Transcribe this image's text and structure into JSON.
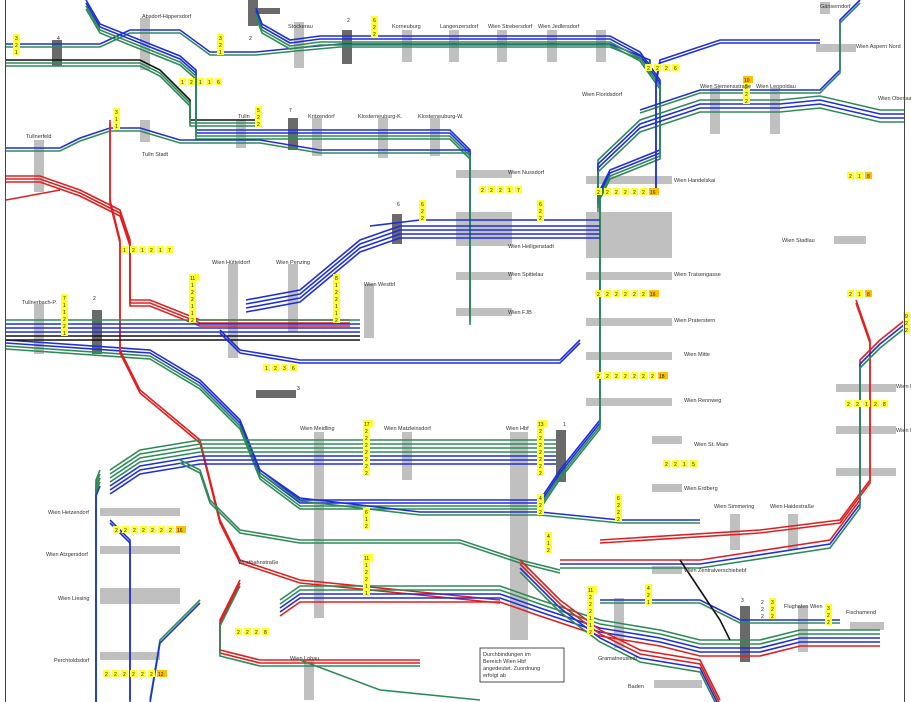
{
  "diagram": {
    "colors": {
      "green": "#2e8b57",
      "blue": "#1f2fd8",
      "red": "#e02020",
      "black": "#111111",
      "platform_gray": "#c0c0c0",
      "platform_dark": "#6a6a6a",
      "badge_yellow": "#ffff33",
      "badge_orange": "#ffc000"
    },
    "stations": [
      {
        "id": "s_tullnerfeld",
        "text": "Tullnerfeld"
      },
      {
        "id": "s_tulln_stadt",
        "text": "Tulln Stadt"
      },
      {
        "id": "s_absdorf",
        "text": "Absdorf-Hippersdorf"
      },
      {
        "id": "s_stockerau",
        "text": "Stockerau"
      },
      {
        "id": "s_korneuburg",
        "text": "Korneuburg"
      },
      {
        "id": "s_langenzersdorf",
        "text": "Langenzersdorf"
      },
      {
        "id": "s_wien_strebersdorf",
        "text": "Wien Strebersdorf"
      },
      {
        "id": "s_wien_jedlersdorf",
        "text": "Wien Jedlersdorf"
      },
      {
        "id": "s_wien_floridsdorf",
        "text": "Wien Floridsdorf"
      },
      {
        "id": "s_tulln",
        "text": "Tulln"
      },
      {
        "id": "s_kritzendorf",
        "text": "Kritzendorf"
      },
      {
        "id": "s_klosterneuburg_k",
        "text": "Klosterneuburg-K."
      },
      {
        "id": "s_klosterneuburg_w",
        "text": "Klosterneuburg-W."
      },
      {
        "id": "s_wien_nussdorf",
        "text": "Wien Nussdorf"
      },
      {
        "id": "s_wien_heiligenstadt",
        "text": "Wien Heiligenstadt"
      },
      {
        "id": "s_wien_spittelau",
        "text": "Wien Spittelau"
      },
      {
        "id": "s_wien_fjb",
        "text": "Wien FJB"
      },
      {
        "id": "s_wien_huetteldorf",
        "text": "Wien Hütteldorf"
      },
      {
        "id": "s_wien_penzing",
        "text": "Wien Penzing"
      },
      {
        "id": "s_tullnerbach",
        "text": "Tullnerbach-P."
      },
      {
        "id": "s_westbahnhof",
        "text": "Wien Westbf"
      },
      {
        "id": "s_wien_leopoldau",
        "text": "Wien Leopoldau"
      },
      {
        "id": "s_wien_siemensstrasse",
        "text": "Wien Siemensstraße"
      },
      {
        "id": "s_wien_handelskai",
        "text": "Wien Handelskai"
      },
      {
        "id": "s_wien_traisengasse",
        "text": "Wien Traisengasse"
      },
      {
        "id": "s_wien_praterstern",
        "text": "Wien Praterstern"
      },
      {
        "id": "s_wien_mitte",
        "text": "Wien Mitte"
      },
      {
        "id": "s_wien_rennweg",
        "text": "Wien Rennweg"
      },
      {
        "id": "s_wien_stadlau",
        "text": "Wien Stadlau"
      },
      {
        "id": "s_wien_meidling",
        "text": "Wien Meidling"
      },
      {
        "id": "s_wien_matzleinsdorf",
        "text": "Wien Matzleinsdorf"
      },
      {
        "id": "s_wien_hbf",
        "text": "Wien Hbf"
      },
      {
        "id": "s_wien_st_marx",
        "text": "Wien St. Marx"
      },
      {
        "id": "s_wien_liesing",
        "text": "Wien Liesing"
      },
      {
        "id": "s_wien_atzgersdorf",
        "text": "Wien Atzgersdorf"
      },
      {
        "id": "s_wien_hetzendorf",
        "text": "Wien Hetzendorf"
      },
      {
        "id": "s_perchtoldsdorf",
        "text": "Perchtoldsdorf"
      },
      {
        "id": "s_wien_simmering",
        "text": "Wien Simmering"
      },
      {
        "id": "s_wien_haidestrasse",
        "text": "Wien Haidestraße"
      },
      {
        "id": "s_wien_zentralverschiebe",
        "text": "Wien Zentralverschiebebf"
      },
      {
        "id": "s_wien_erdberg",
        "text": "Wien Erdberg"
      },
      {
        "id": "s_flughafen",
        "text": "Flughafen Wien"
      },
      {
        "id": "s_fischamend",
        "text": "Fischamend"
      },
      {
        "id": "s_gramatneusiedl",
        "text": "Gramatneusiedl"
      },
      {
        "id": "s_baden",
        "text": "Baden"
      },
      {
        "id": "s_wien_lobau",
        "text": "Wien Lobau"
      },
      {
        "id": "s_wien_oberlaa",
        "text": "Wien Oberlaa"
      },
      {
        "id": "s_wien_aspern",
        "text": "Wien Aspern Nord"
      },
      {
        "id": "s_gaenserndorf",
        "text": "Gänserndorf"
      },
      {
        "id": "s_wien_kaiserebersdorf",
        "text": "Wien Kaiserebersdorf"
      },
      {
        "id": "s_wien_blumental",
        "text": "Wien Blumental"
      },
      {
        "id": "s_westbahnstrasse",
        "text": "Westbahnstraße"
      }
    ],
    "note": "Durchbindungen im Bereich Wien Hbf angedeutet. Zuordnung erfolgt ab Betriebsvereinbarung Fahrplan",
    "badges": [
      {
        "id": "b1",
        "values": [
          "3",
          "2",
          "1"
        ],
        "color": "yellow"
      },
      {
        "id": "b2",
        "values": [
          "4"
        ],
        "color": "plain"
      },
      {
        "id": "b3",
        "values": [
          "3",
          "2",
          "1"
        ],
        "color": "yellow"
      },
      {
        "id": "b4",
        "values": [
          "2"
        ],
        "color": "plain"
      },
      {
        "id": "b5",
        "values": [
          "2"
        ],
        "color": "plain"
      },
      {
        "id": "b6",
        "values": [
          "6",
          "2",
          "2"
        ],
        "color": "yellow"
      },
      {
        "id": "b7",
        "values": [
          "2",
          "2",
          "2",
          "6"
        ],
        "color": "yellow"
      },
      {
        "id": "b8",
        "values": [
          "1",
          "2",
          "1",
          "1",
          "6"
        ],
        "color": "yellow"
      },
      {
        "id": "b9",
        "values": [
          "3",
          "1",
          "1"
        ],
        "color": "yellow"
      },
      {
        "id": "b10",
        "values": [
          "5",
          "2",
          "2"
        ],
        "color": "yellow"
      },
      {
        "id": "b11",
        "values": [
          "7"
        ],
        "color": "plain"
      },
      {
        "id": "b12",
        "values": [
          "10",
          "2",
          "2",
          "2"
        ],
        "color": "orange"
      },
      {
        "id": "b13",
        "values": [
          "2",
          "2",
          "2",
          "1",
          "7"
        ],
        "color": "yellow"
      },
      {
        "id": "b14",
        "values": [
          "6",
          "2",
          "2"
        ],
        "color": "yellow"
      },
      {
        "id": "b15",
        "values": [
          "6"
        ],
        "color": "plain"
      },
      {
        "id": "b16",
        "values": [
          "6",
          "2",
          "2"
        ],
        "color": "yellow"
      },
      {
        "id": "b17",
        "values": [
          "2",
          "2",
          "2",
          "2",
          "2",
          "2",
          "16"
        ],
        "color": "yellow"
      },
      {
        "id": "b18",
        "values": [
          "2",
          "1"
        ],
        "color": "yellow"
      },
      {
        "id": "b19",
        "values": [
          "8"
        ],
        "color": "orange"
      },
      {
        "id": "b20",
        "values": [
          "1",
          "2",
          "1",
          "2",
          "1",
          "7"
        ],
        "color": "yellow"
      },
      {
        "id": "b21",
        "values": [
          "11",
          "1",
          "2",
          "2",
          "1",
          "1",
          "2"
        ],
        "color": "yellow"
      },
      {
        "id": "b22",
        "values": [
          "8",
          "1",
          "2",
          "2",
          "1",
          "1",
          "2"
        ],
        "color": "yellow"
      },
      {
        "id": "b23",
        "values": [
          "7",
          "1",
          "1",
          "2",
          "2",
          "1"
        ],
        "color": "yellow"
      },
      {
        "id": "b24",
        "values": [
          "2"
        ],
        "color": "plain"
      },
      {
        "id": "b25",
        "values": [
          "2",
          "2",
          "2",
          "2",
          "2",
          "2",
          "16"
        ],
        "color": "yellow"
      },
      {
        "id": "b26",
        "values": [
          "2",
          "1"
        ],
        "color": "yellow"
      },
      {
        "id": "b27",
        "values": [
          "8"
        ],
        "color": "orange"
      },
      {
        "id": "b28",
        "values": [
          "2",
          "2",
          "2",
          "2",
          "2",
          "2",
          "2",
          "18"
        ],
        "color": "yellow"
      },
      {
        "id": "b29",
        "values": [
          "1",
          "2",
          "3",
          "6"
        ],
        "color": "yellow"
      },
      {
        "id": "b30",
        "values": [
          "3"
        ],
        "color": "plain"
      },
      {
        "id": "b31",
        "values": [
          "17",
          "2",
          "2",
          "2",
          "2",
          "2",
          "2",
          "2"
        ],
        "color": "yellow"
      },
      {
        "id": "b32",
        "values": [
          "13",
          "2",
          "2",
          "2",
          "2",
          "2",
          "2",
          "2"
        ],
        "color": "yellow"
      },
      {
        "id": "b33",
        "values": [
          "1"
        ],
        "color": "plain"
      },
      {
        "id": "b34",
        "values": [
          "2",
          "2",
          "1",
          "5"
        ],
        "color": "yellow"
      },
      {
        "id": "b35",
        "values": [
          "2",
          "2",
          "1",
          "2",
          "8"
        ],
        "color": "yellow"
      },
      {
        "id": "b36",
        "values": [
          "6",
          "2",
          "2",
          "2"
        ],
        "color": "yellow"
      },
      {
        "id": "b37",
        "values": [
          "2",
          "2",
          "2",
          "2",
          "2",
          "2",
          "2",
          "16"
        ],
        "color": "yellow"
      },
      {
        "id": "b38",
        "values": [
          "6",
          "1",
          "2"
        ],
        "color": "yellow"
      },
      {
        "id": "b39",
        "values": [
          "4",
          "2",
          "2"
        ],
        "color": "yellow"
      },
      {
        "id": "b40",
        "values": [
          "4",
          "1",
          "2"
        ],
        "color": "yellow"
      },
      {
        "id": "b41",
        "values": [
          "9",
          "2",
          "2"
        ],
        "color": "yellow"
      },
      {
        "id": "b42",
        "values": [
          "11",
          "1",
          "2",
          "2",
          "1",
          "1"
        ],
        "color": "yellow"
      },
      {
        "id": "b43",
        "values": [
          "2",
          "2",
          "2",
          "2",
          "2",
          "2",
          "12"
        ],
        "color": "yellow"
      },
      {
        "id": "b44",
        "values": [
          "2",
          "2",
          "2",
          "8"
        ],
        "color": "yellow"
      },
      {
        "id": "b45",
        "values": [
          "11",
          "2",
          "2",
          "2",
          "1",
          "1",
          "2"
        ],
        "color": "yellow"
      },
      {
        "id": "b46",
        "values": [
          "4",
          "2",
          "1"
        ],
        "color": "yellow"
      },
      {
        "id": "b47",
        "values": [
          "3",
          "2",
          "2"
        ],
        "color": "yellow"
      },
      {
        "id": "b48",
        "values": [
          "3"
        ],
        "color": "plain"
      },
      {
        "id": "b49",
        "values": [
          "2",
          "2",
          "2"
        ],
        "color": "plain"
      },
      {
        "id": "b50",
        "values": [
          "3",
          "2",
          "2"
        ],
        "color": "yellow"
      },
      {
        "id": "b51",
        "values": [
          "6",
          "2",
          "2"
        ],
        "color": "yellow"
      }
    ]
  }
}
